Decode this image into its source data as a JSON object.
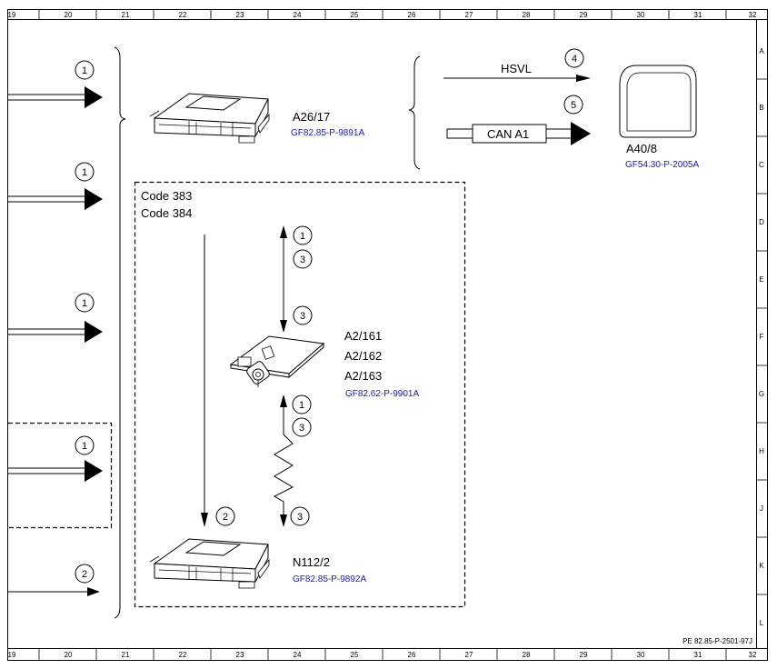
{
  "ruler": {
    "columns": [
      "19",
      "20",
      "21",
      "22",
      "23",
      "24",
      "25",
      "26",
      "27",
      "28",
      "29",
      "30",
      "31",
      "32"
    ],
    "rows": [
      "A",
      "B",
      "C",
      "D",
      "E",
      "F",
      "G",
      "H",
      "J",
      "K",
      "L"
    ]
  },
  "footer_code": "PE 82.85-P-2501-97J",
  "components": {
    "a26": {
      "label": "A26/17",
      "ref": "GF82.85-P-9891A"
    },
    "a40": {
      "label": "A40/8",
      "ref": "GF54.30-P-2005A"
    },
    "a2": {
      "labels": [
        "A2/161",
        "A2/162",
        "A2/163"
      ],
      "ref": "GF82.62-P-9901A"
    },
    "n112": {
      "label": "N112/2",
      "ref": "GF82.85-P-9892A"
    }
  },
  "signals": {
    "hsvl": "HSVL",
    "can": "CAN A1"
  },
  "codes": [
    "Code 383",
    "Code 384"
  ],
  "markers": {
    "left_1": "1",
    "left_2": "1",
    "left_3": "1",
    "left_4": "1",
    "left_5": "2",
    "hsvl": "4",
    "can": "5",
    "vert_top_a": "1",
    "vert_top_b": "3",
    "vert_mid": "3",
    "vert_low_a": "1",
    "vert_low_b": "3",
    "vert_bottom": "3",
    "down_arrow": "2"
  }
}
